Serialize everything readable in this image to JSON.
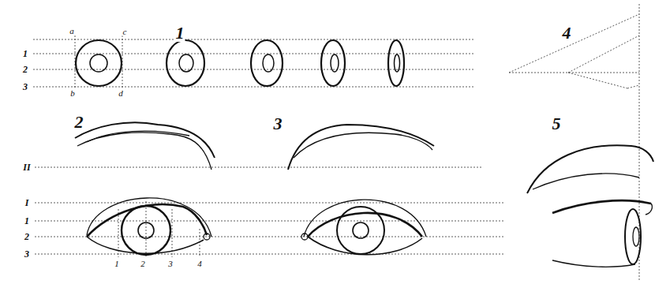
{
  "diagram": {
    "labels": [
      "1",
      "a",
      "c",
      "1",
      "2",
      "3",
      "b",
      "d",
      "4",
      "2",
      "3",
      "5",
      "II",
      "I",
      "1",
      "2",
      "3",
      "1",
      "2",
      "3",
      "4"
    ]
  }
}
